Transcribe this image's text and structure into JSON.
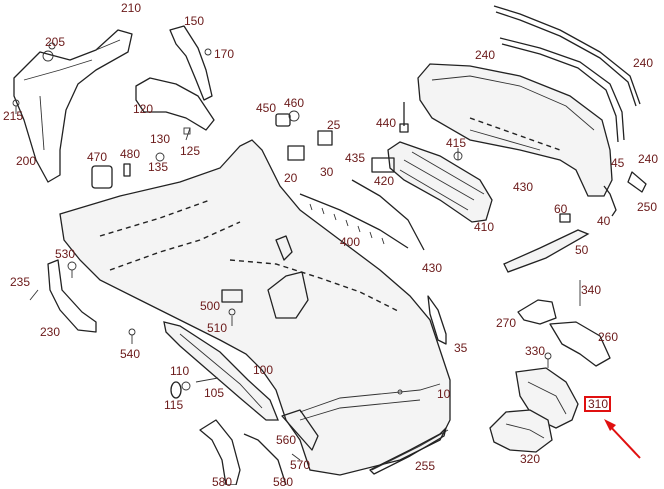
{
  "labels": {
    "p10": "10",
    "p20": "20",
    "p25": "25",
    "p30": "30",
    "p35": "35",
    "p40": "40",
    "p45": "45",
    "p50": "50",
    "p60": "60",
    "p100": "100",
    "p105": "105",
    "p110": "110",
    "p115": "115",
    "p120": "120",
    "p125": "125",
    "p130": "130",
    "p135": "135",
    "p150": "150",
    "p170": "170",
    "p200": "200",
    "p205": "205",
    "p210": "210",
    "p215": "215",
    "p230": "230",
    "p235": "235",
    "p240a": "240",
    "p240b": "240",
    "p240c": "240",
    "p250": "250",
    "p255": "255",
    "p260": "260",
    "p270": "270",
    "p310": "310",
    "p320": "320",
    "p330": "330",
    "p340": "340",
    "p400": "400",
    "p410": "410",
    "p415": "415",
    "p420": "420",
    "p430a": "430",
    "p430b": "430",
    "p435": "435",
    "p440": "440",
    "p450": "450",
    "p460": "460",
    "p470": "470",
    "p480": "480",
    "p500": "500",
    "p510": "510",
    "p530": "530",
    "p540": "540",
    "p560": "560",
    "p570": "570",
    "p580a": "580",
    "p580b": "580"
  },
  "highlight": {
    "part": "310",
    "color": "#e01010"
  },
  "colors": {
    "label": "#6b1a1a",
    "line": "#222222",
    "highlight": "#e01010"
  }
}
